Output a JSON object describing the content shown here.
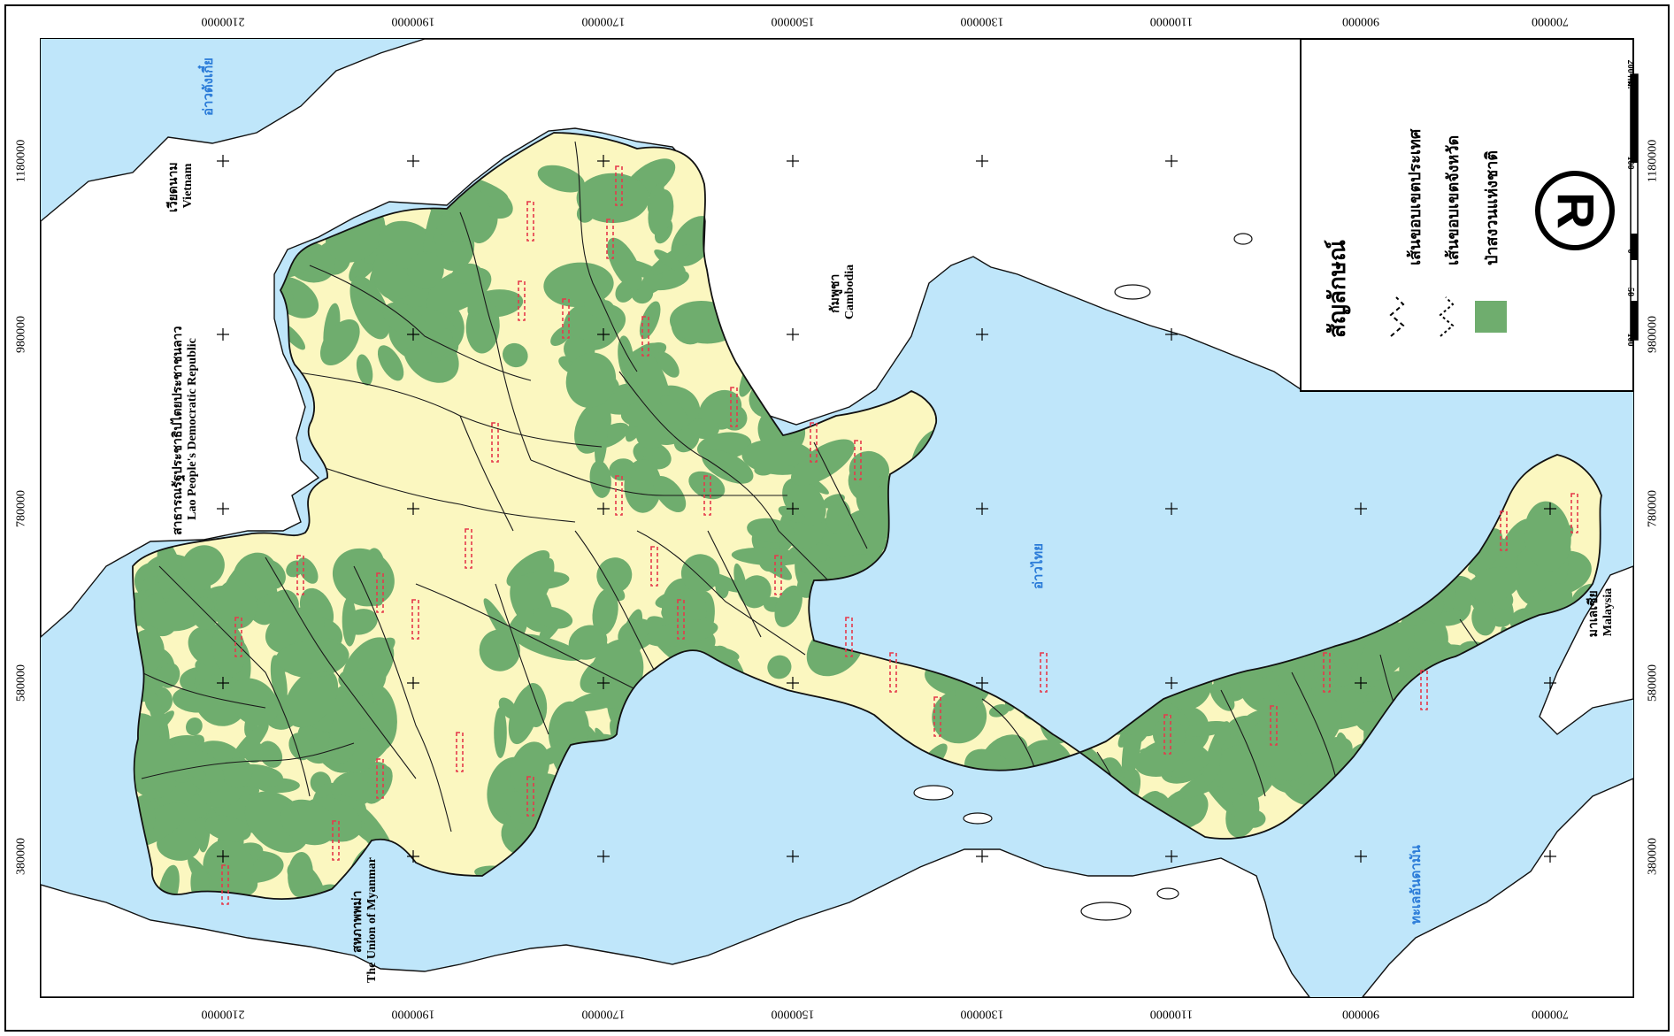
{
  "map": {
    "grid_labels_x": [
      "2100000",
      "1900000",
      "1700000",
      "1500000",
      "1300000",
      "1100000",
      "900000",
      "700000"
    ],
    "grid_labels_y": [
      "1180000",
      "980000",
      "780000",
      "580000",
      "380000"
    ],
    "legend": {
      "title": "สัญลักษณ์",
      "items": [
        {
          "label": "เส้นขอบเขตประเทศ",
          "symbol": "dash-line"
        },
        {
          "label": "เส้นขอบเขตจังหวัด",
          "symbol": "dash-line"
        },
        {
          "label": "ป่าสงวนแห่งชาติ",
          "symbol": "green-fill"
        }
      ],
      "scale_labels": [
        "100",
        "50",
        "0",
        "100",
        "200 กม."
      ],
      "north_arrow": "north-arrow-icon"
    },
    "countries": {
      "vietnam_th": "เวียดนาม",
      "vietnam_en": "Vietnam",
      "laos_th": "สาธารณรัฐประชาธิปไตยประชาชนลาว",
      "laos_en": "Lao People's Democratic Republic",
      "cambodia_th": "กัมพูชา",
      "cambodia_en": "Cambodia",
      "myanmar_th": "สหภาพพม่า",
      "myanmar_en": "The Union of Myanmar",
      "malaysia_th": "มาเลเซีย",
      "malaysia_en": "Malaysia"
    },
    "waters": {
      "gulf_tonkin": "อ่าวตังเกี๋ย",
      "gulf_thailand": "อ่าวไทย",
      "andaman": "ทะเลอันดามัน"
    },
    "colors": {
      "water": "#bfe6fa",
      "forest": "#6fad6e",
      "land_th": "#fbf7c0",
      "neighbor": "#ffffff",
      "province_label": "#e5394b",
      "water_label": "#2a7bd8"
    }
  }
}
